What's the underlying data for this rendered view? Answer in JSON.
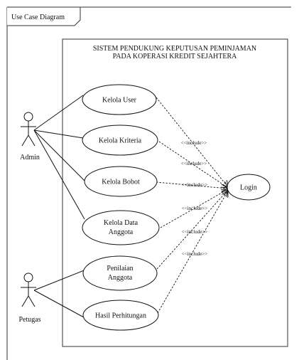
{
  "frame": {
    "title": "Use Case Diagram"
  },
  "system": {
    "title_line1": "SISTEM PENDUKUNG KEPUTUSAN PEMINJAMAN",
    "title_line2": "PADA KOPERASI KREDIT SEJAHTERA"
  },
  "actors": {
    "admin": "Admin",
    "petugas": "Petugas"
  },
  "use_cases": {
    "kelola_user": "Kelola User",
    "kelola_kriteria": "Kelola Kriteria",
    "kelola_bobot": "Kelola Bobot",
    "kelola_data_anggota_1": "Kelola Data",
    "kelola_data_anggota_2": "Anggota",
    "penilaian_anggota_1": "Penilaian",
    "penilaian_anggota_2": "Anggota",
    "hasil_perhitungan": "Hasil Perhitungan",
    "login": "Login"
  },
  "relations": {
    "include_label": "<<include>>"
  }
}
